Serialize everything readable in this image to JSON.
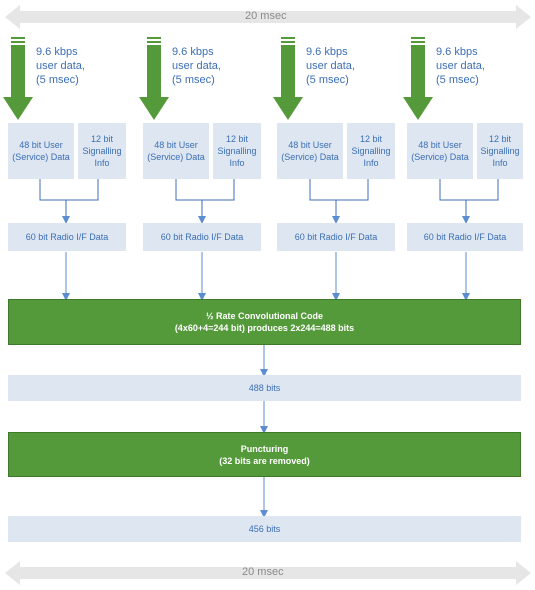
{
  "top_duration": "20 msec",
  "bottom_duration": "20 msec",
  "frames": [
    {
      "rate": "9.6 kbps",
      "user_data": "user data,",
      "period": "(5 msec)",
      "user_block": "48 bit User (Service) Data",
      "signal_block": "12 bit Signalling Info",
      "radio_block": "60 bit Radio I/F  Data"
    },
    {
      "rate": "9.6 kbps",
      "user_data": "user data,",
      "period": "(5 msec)",
      "user_block": "48 bit User (Service) Data",
      "signal_block": "12 bit Signalling Info",
      "radio_block": "60 bit Radio I/F  Data"
    },
    {
      "rate": "9.6 kbps",
      "user_data": "user data,",
      "period": "(5 msec)",
      "user_block": "48 bit User (Service) Data",
      "signal_block": "12 bit Signalling Info",
      "radio_block": "60 bit Radio I/F  Data"
    },
    {
      "rate": "9.6 kbps",
      "user_data": "user data,",
      "period": "(5 msec)",
      "user_block": "48 bit User (Service) Data",
      "signal_block": "12 bit Signalling Info",
      "radio_block": "60 bit Radio I/F  Data"
    }
  ],
  "conv_code": {
    "line1": "½ Rate Convolutional Code",
    "line2": "(4x60+4=244 bit) produces 2x244=488 bits"
  },
  "bits_488": "488 bits",
  "puncturing": {
    "line1": "Puncturing",
    "line2": "(32 bits are removed)"
  },
  "bits_456": "456 bits",
  "colors": {
    "green": "#549a3a",
    "box": "#dde6f1",
    "text_blue": "#3c6fb6",
    "bar": "#e6e6e6"
  }
}
